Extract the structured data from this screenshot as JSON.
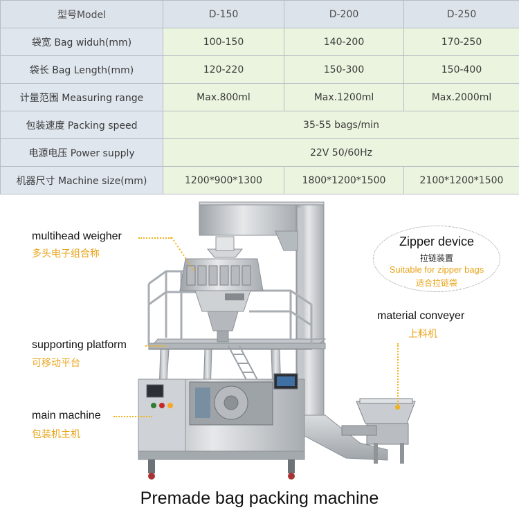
{
  "table": {
    "header": [
      "型号Model",
      "D-150",
      "D-200",
      "D-250"
    ],
    "rows": [
      {
        "label": "袋宽 Bag widuh(mm)",
        "values": [
          "100-150",
          "140-200",
          "170-250"
        ]
      },
      {
        "label": "袋长 Bag Length(mm)",
        "values": [
          "120-220",
          "150-300",
          "150-400"
        ]
      },
      {
        "label": "计量范围 Measuring range",
        "values": [
          "Max.800ml",
          "Max.1200ml",
          "Max.2000ml"
        ]
      },
      {
        "label": "包装速度 Packing speed",
        "value_merged": "35-55 bags/min"
      },
      {
        "label": "电源电压 Power supply",
        "value_merged": "22V 50/60Hz"
      },
      {
        "label": "机器尺寸 Machine size(mm)",
        "values": [
          "1200*900*1300",
          "1800*1200*1500",
          "2100*1200*1500"
        ]
      }
    ]
  },
  "annotations": {
    "multihead": {
      "en": "multihead weigher",
      "cn": "多头电子组合称"
    },
    "platform": {
      "en": "supporting platform",
      "cn": "可移动平台"
    },
    "main_machine": {
      "en": "main machine",
      "cn": "包装机主机"
    },
    "zipper": {
      "en": "Zipper device",
      "cn": "拉链装置",
      "en2": "Suitable for zipper bags",
      "cn2": "适合拉链袋"
    },
    "conveyer": {
      "en": "material conveyer",
      "cn": "上料机"
    }
  },
  "caption": "Premade bag packing machine",
  "colors": {
    "accent": "#e8a317",
    "table_green": "#eaf4de",
    "table_blue": "#dfe6ee",
    "steel": "#c9cdd2"
  }
}
